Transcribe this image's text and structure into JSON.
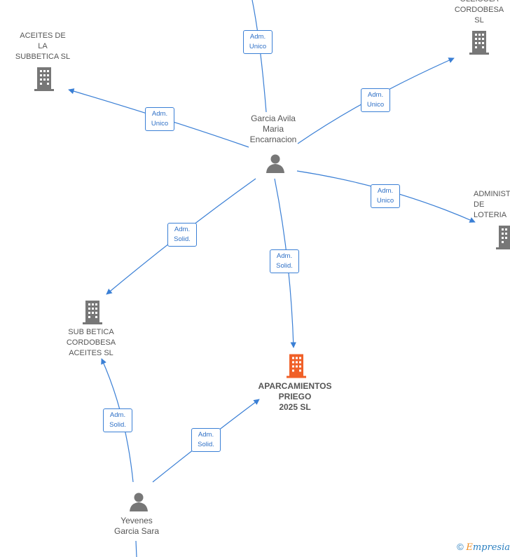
{
  "colors": {
    "edge": "#3a7fd5",
    "company": "#777777",
    "focus_company": "#f06028",
    "person": "#777777"
  },
  "nodes": {
    "aceites_subbetica": {
      "label": "ACEITES DE\nLA\nSUBBETICA SL",
      "icon": "building-icon"
    },
    "oleicola_cordobesa": {
      "label": "OLEICOLA\nCORDOBESA\nSL",
      "icon": "building-icon"
    },
    "garcia_avila": {
      "label": "Garcia Avila\nMaria\nEncarnacion",
      "icon": "person-icon"
    },
    "administ_loteria": {
      "label": "ADMINIST\nDE\nLOTERIA",
      "icon": "building-icon"
    },
    "sub_betica": {
      "label": "SUB BETICA\nCORDOBESA\nACEITES  SL",
      "icon": "building-icon"
    },
    "aparcamientos": {
      "label": "APARCAMIENTOS\nPRIEGO\n2025  SL",
      "icon": "building-icon"
    },
    "yevenes": {
      "label": "Yevenes\nGarcia Sara",
      "icon": "person-icon"
    }
  },
  "edges": [
    {
      "id": "e_top",
      "label": "Adm.\nUnico"
    },
    {
      "id": "e_aceites",
      "label": "Adm.\nUnico"
    },
    {
      "id": "e_oleicola",
      "label": "Adm.\nUnico"
    },
    {
      "id": "e_administ",
      "label": "Adm.\nUnico"
    },
    {
      "id": "e_subbetica",
      "label": "Adm.\nSolid."
    },
    {
      "id": "e_aparc",
      "label": "Adm.\nSolid."
    },
    {
      "id": "e_yev_sub",
      "label": "Adm.\nSolid."
    },
    {
      "id": "e_yev_aparc",
      "label": "Adm.\nSolid."
    }
  ],
  "footer": {
    "copyright_symbol": "©",
    "brand_initial": "E",
    "brand_rest": "mpresia"
  }
}
